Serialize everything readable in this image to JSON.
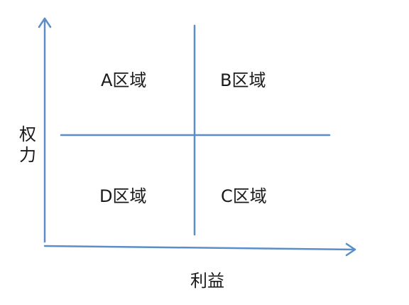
{
  "diagram": {
    "quadrants": {
      "top_left": "A区域",
      "top_right": "B区域",
      "bottom_left": "D区域",
      "bottom_right": "C区域"
    },
    "y_axis_label": "权力",
    "x_axis_label": "利益",
    "colors": {
      "lines": "#5b8ec8",
      "text": "#1a1a1a",
      "background": "#ffffff"
    }
  }
}
